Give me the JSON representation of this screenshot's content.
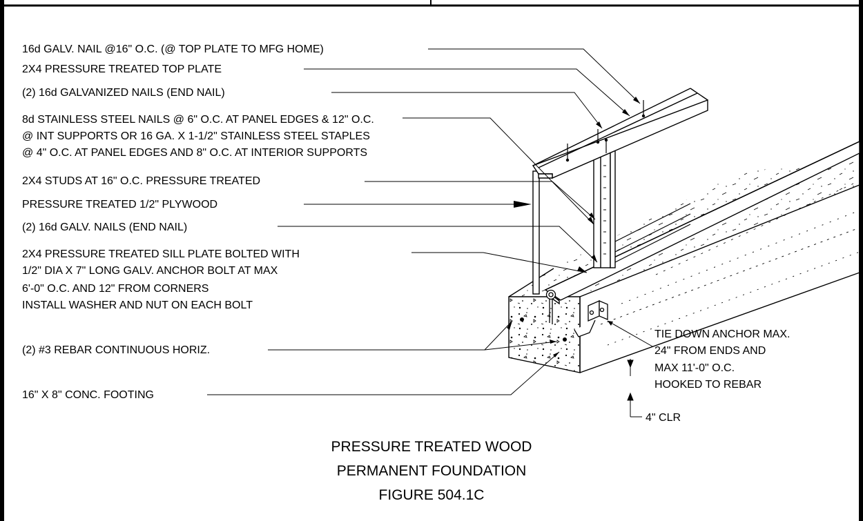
{
  "labels": {
    "top_nail": "16d GALV. NAIL @16\" O.C. (@ TOP PLATE TO  MFG HOME)",
    "top_plate": "2X4 PRESSURE TREATED TOP PLATE",
    "end_nails_top": "(2) 16d GALVANIZED NAILS (END NAIL)",
    "ss_nails_1": "8d STAINLESS STEEL NAILS @ 6\" O.C. AT PANEL EDGES & 12\" O.C.",
    "ss_nails_2": "@ INT SUPPORTS OR 16 GA. X 1-1/2\"  STAINLESS STEEL STAPLES",
    "ss_nails_3": "@ 4\" O.C. AT PANEL EDGES AND 8\" O.C. AT INTERIOR SUPPORTS",
    "studs": "2X4 STUDS AT 16\" O.C. PRESSURE TREATED",
    "plywood": "PRESSURE TREATED 1/2\" PLYWOOD",
    "end_nails_bottom": "(2) 16d GALV. NAILS (END NAIL)",
    "sill_1": "2X4 PRESSURE TREATED SILL PLATE BOLTED WITH",
    "sill_2": "1/2\" DIA X 7\" LONG GALV. ANCHOR BOLT AT MAX",
    "sill_3": "6'-0\" O.C. AND 12\" FROM CORNERS",
    "sill_4": "INSTALL WASHER AND NUT ON EACH BOLT",
    "rebar": "(2) #3 REBAR CONTINUOUS HORIZ.",
    "footing": "16\" X 8\" CONC. FOOTING",
    "tie_1": "TIE DOWN ANCHOR MAX.",
    "tie_2": "24\" FROM ENDS AND",
    "tie_3": "MAX 11'-0\" O.C.",
    "tie_4": "HOOKED TO REBAR",
    "clear": "4\" CLR"
  },
  "caption": {
    "line1": "PRESSURE TREATED WOOD",
    "line2": "PERMANENT FOUNDATION",
    "line3": "FIGURE 504.1C"
  }
}
